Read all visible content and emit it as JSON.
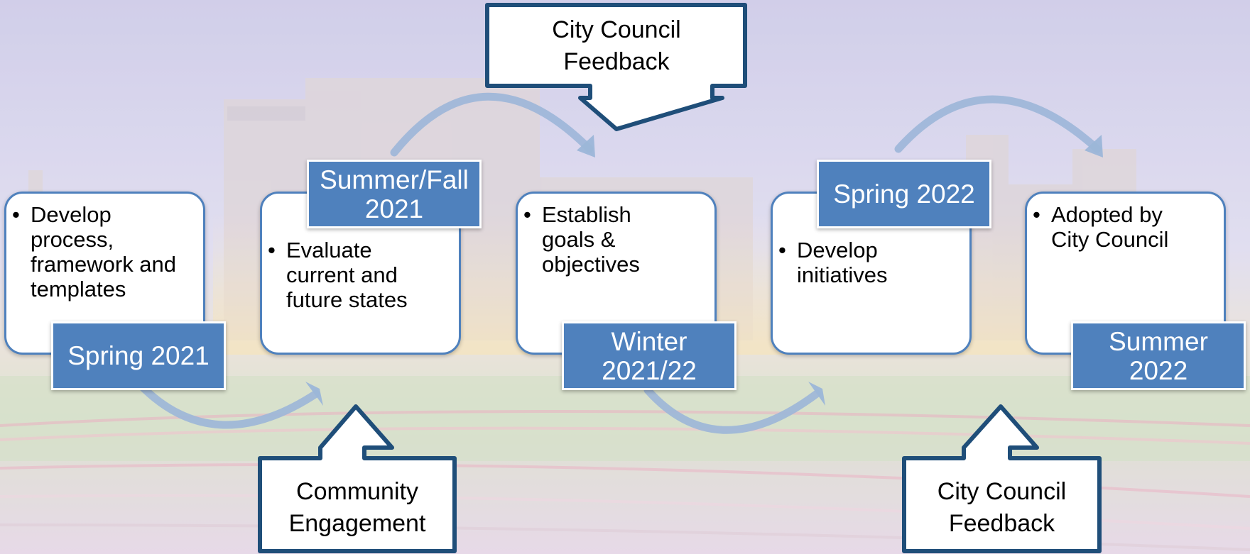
{
  "colors": {
    "accent": "#4f81bd",
    "arrow": "#9cb6d8",
    "callout_border": "#1f4e79",
    "card_border": "#4f81bd"
  },
  "stages": [
    {
      "period": "Spring 2021",
      "bullet": "Develop process, framework and templates"
    },
    {
      "period": "Summer/Fall\n2021",
      "bullet": "Evaluate current and future states"
    },
    {
      "period": "Winter\n2021/22",
      "bullet": "Establish goals & objectives"
    },
    {
      "period": "Spring 2022",
      "bullet": "Develop initiatives"
    },
    {
      "period": "Summer\n2022",
      "bullet": "Adopted by City Council"
    }
  ],
  "callouts": {
    "top": "City Council\nFeedback",
    "bottom_left": "Community\nEngagement",
    "bottom_right": "City Council\nFeedback"
  }
}
